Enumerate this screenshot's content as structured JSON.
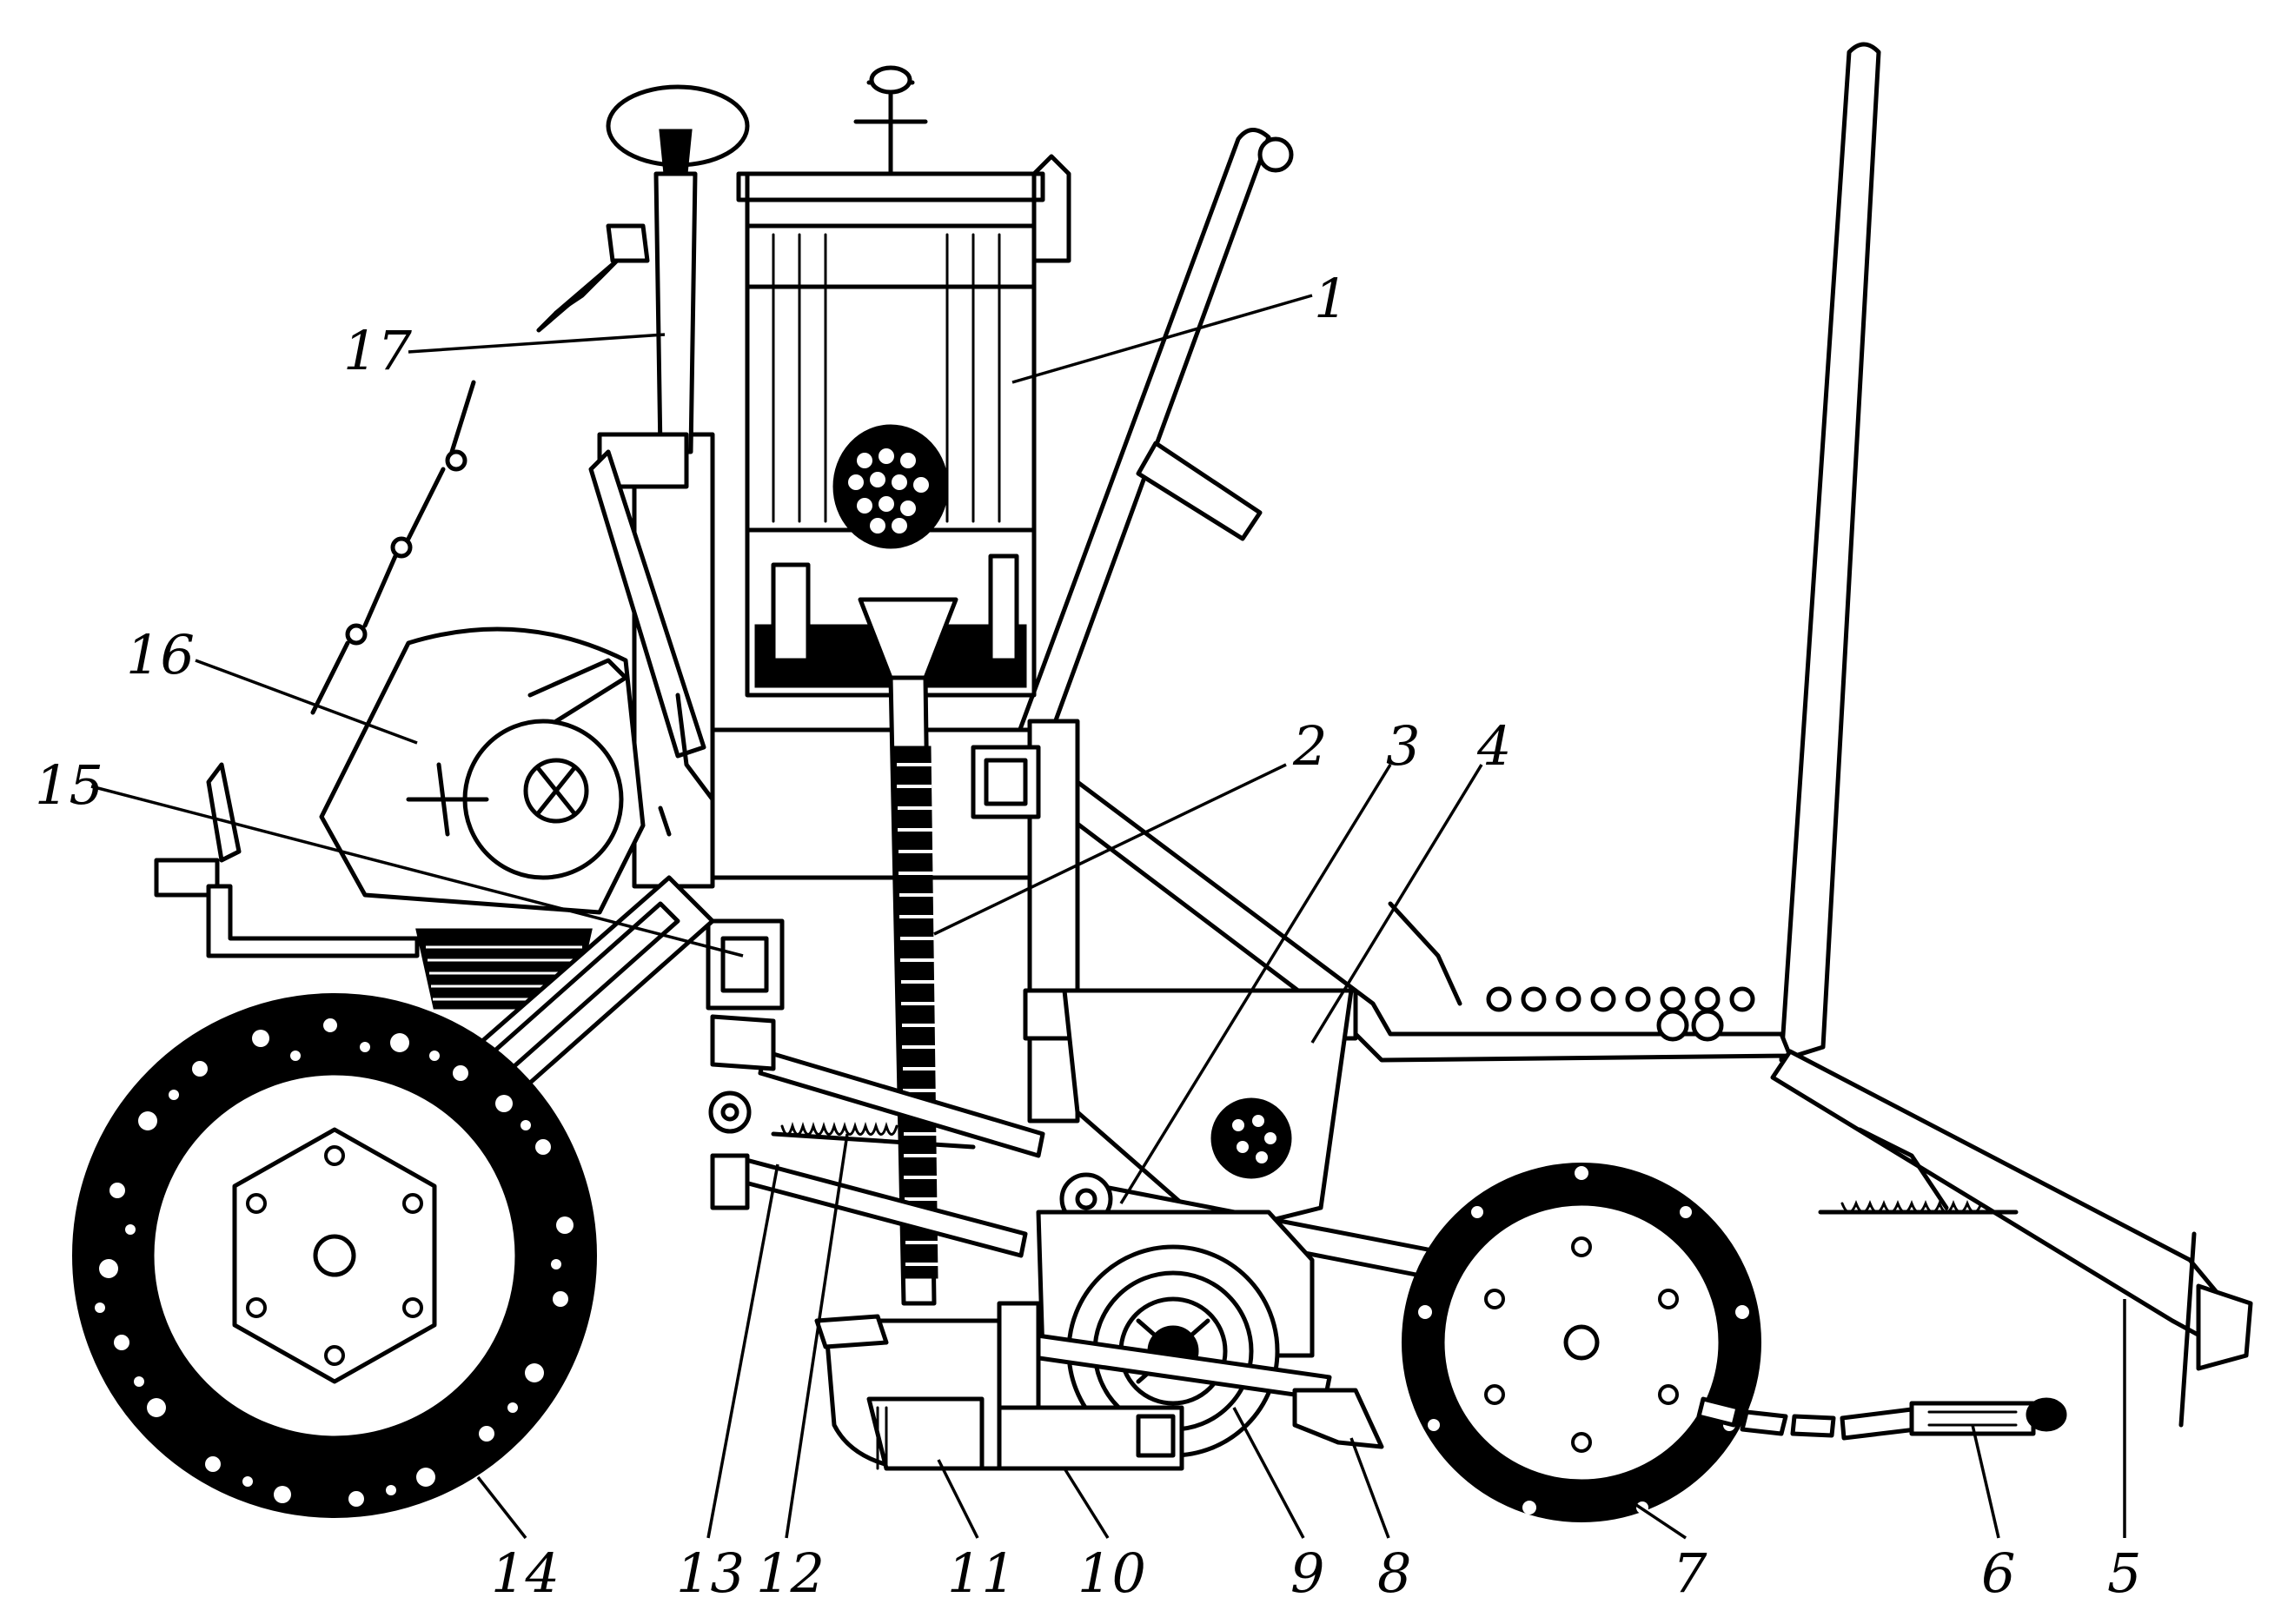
{
  "figure": {
    "callouts": [
      {
        "id": "1",
        "text": "1"
      },
      {
        "id": "2",
        "text": "2"
      },
      {
        "id": "3",
        "text": "3"
      },
      {
        "id": "4",
        "text": "4"
      },
      {
        "id": "5",
        "text": "5"
      },
      {
        "id": "6",
        "text": "6"
      },
      {
        "id": "7",
        "text": "7"
      },
      {
        "id": "8",
        "text": "8"
      },
      {
        "id": "9",
        "text": "9"
      },
      {
        "id": "10",
        "text": "10"
      },
      {
        "id": "11",
        "text": "11"
      },
      {
        "id": "12",
        "text": "12"
      },
      {
        "id": "13",
        "text": "13"
      },
      {
        "id": "14",
        "text": "14"
      },
      {
        "id": "15",
        "text": "15"
      },
      {
        "id": "16",
        "text": "16"
      },
      {
        "id": "17",
        "text": "17"
      }
    ]
  }
}
